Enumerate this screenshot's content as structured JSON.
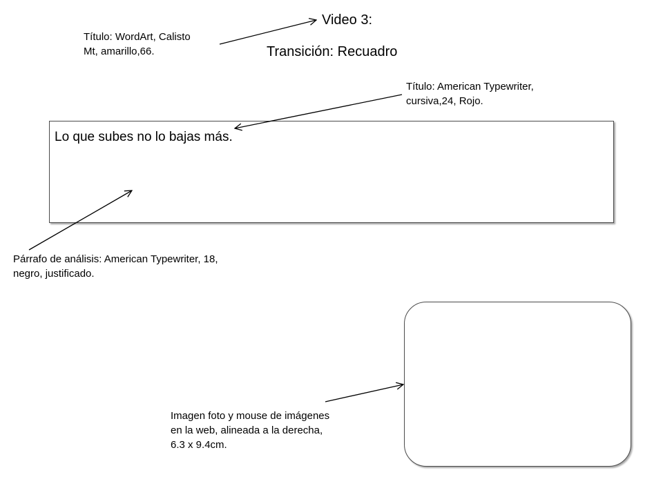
{
  "slide": {
    "video_title": "Video 3:",
    "transition_label": "Transición:  Recuadro"
  },
  "notes": {
    "title_font": [
      "Título: WordArt, Calisto",
      "Mt, amarillo,66."
    ],
    "heading_font": [
      "Título: American Typewriter,",
      "cursiva,24, Rojo."
    ],
    "paragraph_font": [
      "Párrafo de análisis: American Typewriter, 18,",
      "negro, justificado."
    ],
    "image": [
      "Imagen foto y mouse de imágenes",
      "en la web, alineada a la derecha,",
      "6.3 x 9.4cm."
    ]
  },
  "text_box": {
    "sample_text": "Lo que subes no lo bajas más."
  },
  "colors": {
    "text": "#000000",
    "box_border": "#4a4a4a",
    "arrow": "#000000"
  }
}
